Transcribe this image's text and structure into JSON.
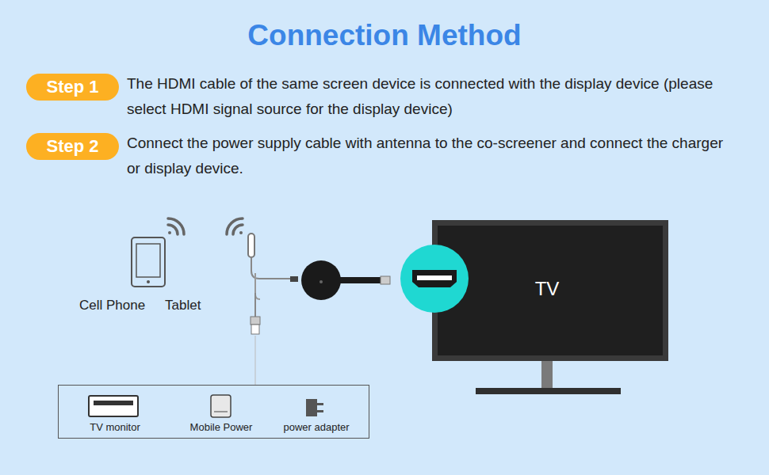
{
  "diagram": {
    "title": "Connection Method",
    "nodes": [
      {
        "text": [
          "Step 1"
        ]
      },
      {
        "text": [
          "Step 2"
        ]
      },
      {
        "text": [
          "TV"
        ]
      },
      {
        "text": [
          "TV monitor",
          "Mobile Power",
          "power adapter"
        ]
      }
    ],
    "labels": [
      "The HDMI cable of the same screen device is connected with the display device (please select HDMI signal source for the display device)",
      "Connect the power supply cable with antenna to the co-screener and connect the charger or display device.",
      "Cell Phone",
      "Tablet"
    ]
  }
}
